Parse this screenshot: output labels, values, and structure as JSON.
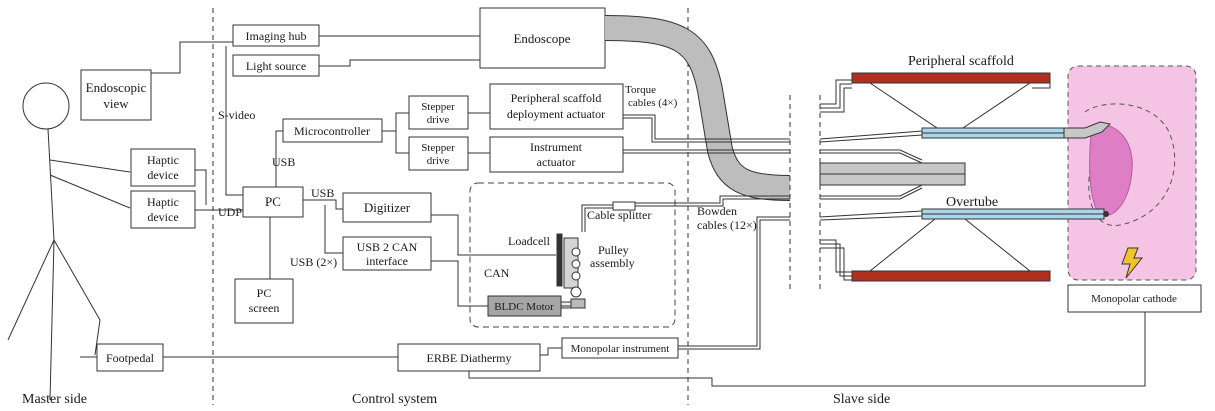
{
  "sections": {
    "master": "Master side",
    "control": "Control system",
    "slave": "Slave side"
  },
  "master_side": {
    "endoscopic_view": [
      "Endoscopic",
      "view"
    ],
    "haptic_device_1": [
      "Haptic",
      "device"
    ],
    "haptic_device_2": [
      "Haptic",
      "device"
    ],
    "footpedal": "Footpedal"
  },
  "control_system": {
    "imaging_hub": "Imaging hub",
    "light_source": "Light source",
    "endoscope": "Endoscope",
    "s_video": "S-video",
    "microcontroller": "Microcontroller",
    "usb_micro": "USB",
    "stepper_drive_1": [
      "Stepper",
      "drive"
    ],
    "stepper_drive_2": [
      "Stepper",
      "drive"
    ],
    "scaffold_actuator": [
      "Peripheral scaffold",
      "deployment actuator"
    ],
    "instrument_actuator": [
      "Instrument",
      "actuator"
    ],
    "torque_cables": [
      "Torque",
      "cables (4×)"
    ],
    "pc": "PC",
    "udp": "UDP",
    "usb_pc": "USB",
    "usb_2x": "USB (2×)",
    "digitizer": "Digitizer",
    "usb_can": [
      "USB 2 CAN",
      "interface"
    ],
    "pc_screen": [
      "PC",
      "screen"
    ],
    "cable_splitter": "Cable splitter",
    "loadcell": "Loadcell",
    "pulley_assembly": [
      "Pulley",
      "assembly"
    ],
    "can": "CAN",
    "bldc_motor": "BLDC Motor",
    "bowden_cables": [
      "Bowden",
      "cables (12×)"
    ],
    "erbe": "ERBE Diathermy",
    "monopolar_instrument": "Monopolar instrument"
  },
  "slave_side": {
    "peripheral_scaffold": "Peripheral scaffold",
    "overtube": "Overtube",
    "monopolar_cathode": "Monopolar cathode"
  },
  "colors": {
    "scaffold_red": "#b0301f",
    "overtube_blue": "#a9d6ea",
    "tissue_pink": "#f5c3e3",
    "lesion_pink": "#de7fc6",
    "cable_gray": "#bdbdbd",
    "bolt_yellow": "#f2c42b"
  }
}
